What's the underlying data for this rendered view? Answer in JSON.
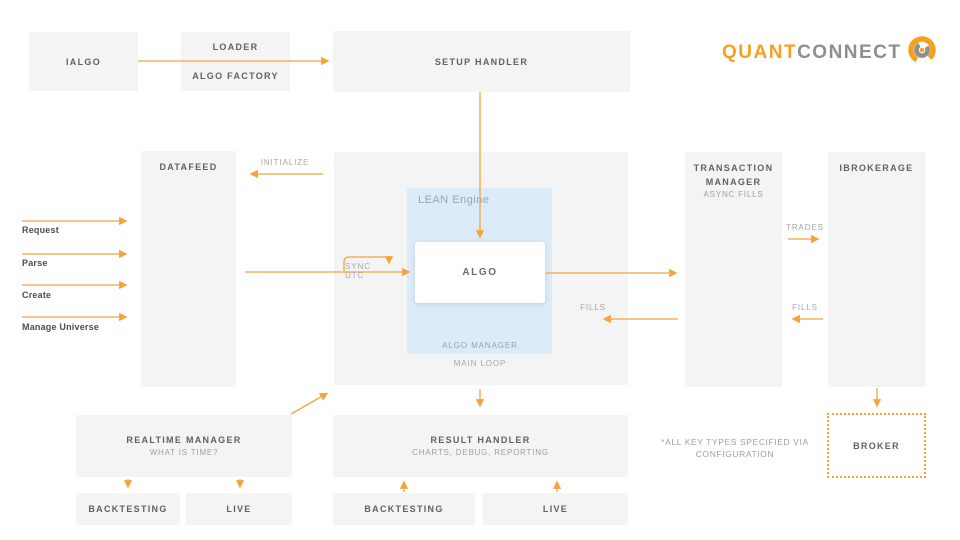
{
  "colors": {
    "accent_orange": "#f5a43c",
    "logo_orange": "#f7a01e",
    "logo_gray": "#8e8e8e",
    "box_gray": "#f4f4f4",
    "lean_blue": "#dcebf9",
    "title_gray": "#616161",
    "muted_gray": "#9da0a3"
  },
  "logo": {
    "part1": "QUANT",
    "part2": "CONNECT",
    "icon": "quantconnect-swirl-icon"
  },
  "nodes": {
    "ialgo": {
      "title": "IALGO"
    },
    "loader": {
      "title": "LOADER",
      "subtitle": "ALGO FACTORY"
    },
    "setup_handler": {
      "title": "SETUP HANDLER"
    },
    "datafeed": {
      "title": "DATAFEED"
    },
    "lean_engine": {
      "label": "LEAN Engine"
    },
    "algo": {
      "title": "ALGO"
    },
    "algo_manager": {
      "label": "ALGO MANAGER"
    },
    "main_loop": {
      "label": "MAIN LOOP"
    },
    "transaction_manager": {
      "title": "TRANSACTION MANAGER",
      "subtitle": "ASYNC FILLS"
    },
    "ibrokerage": {
      "title": "IBROKERAGE"
    },
    "realtime_manager": {
      "title": "REALTIME MANAGER",
      "subtitle": "WHAT IS TIME?"
    },
    "realtime_backtesting": {
      "title": "BACKTESTING"
    },
    "realtime_live": {
      "title": "LIVE"
    },
    "result_handler": {
      "title": "RESULT HANDLER",
      "subtitle": "CHARTS, DEBUG, REPORTING"
    },
    "result_backtesting": {
      "title": "BACKTESTING"
    },
    "result_live": {
      "title": "LIVE"
    },
    "broker": {
      "title": "BROKER"
    }
  },
  "edge_labels": {
    "initialize": "INITIALIZE",
    "sync_utc": "SYNC UTC",
    "trades": "TRADES",
    "fills_to_mainloop": "FILLS",
    "fills_to_tm": "FILLS"
  },
  "left_flow_labels": [
    "Request",
    "Parse",
    "Create",
    "Manage Universe"
  ],
  "footnote": {
    "line1": "*ALL KEY TYPES SPECIFIED VIA",
    "line2": "CONFIGURATION"
  }
}
